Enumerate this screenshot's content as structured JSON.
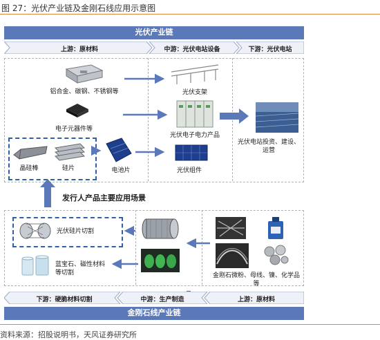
{
  "figure_title": "图 27：光伏产业链及金刚石线应用示意图",
  "top_band": "光伏产业链",
  "top_tiers": {
    "upstream": "上游：原材料",
    "midstream": "中游：光伏电站设备",
    "downstream": "下游：光伏电站"
  },
  "pv_items": {
    "aluminum": "铝合金、碳钢、不锈钢等",
    "electronics": "电子元器件等",
    "ingot": "晶硅棒",
    "wafer": "硅片",
    "cell": "电池片",
    "bracket": "光伏支架",
    "power": "光伏电子电力产品",
    "module": "光伏组件",
    "station": "光伏电站投资、建设、运营"
  },
  "scenario_title": "发行人产品主要应用场景",
  "diamond_items": {
    "wafer_cut": "光伏硅片切割",
    "sapphire": "蓝宝石、磁性材料等切割",
    "materials": "金刚石微粉、母线、镍、化学品等"
  },
  "bottom_tiers": {
    "downstream": "下游：硬脆材料切割",
    "midstream": "中游：生产制造",
    "upstream": "上游：原材料"
  },
  "bottom_band": "金刚石线产业链",
  "source": "资料来源：招股说明书，天风证券研究所",
  "colors": {
    "band": "#5b79b9",
    "arrow": "#5b79b9",
    "accent_rule": "#d98b3a"
  }
}
